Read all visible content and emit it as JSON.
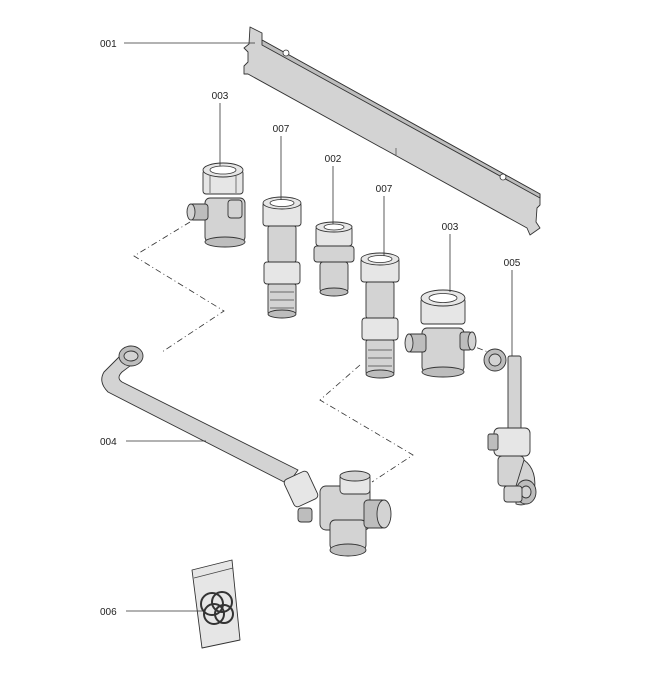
{
  "labels": {
    "p001": "001",
    "p003a": "003",
    "p007a": "007",
    "p002": "002",
    "p007b": "007",
    "p003b": "003",
    "p005": "005",
    "p004": "004",
    "p006": "006"
  }
}
